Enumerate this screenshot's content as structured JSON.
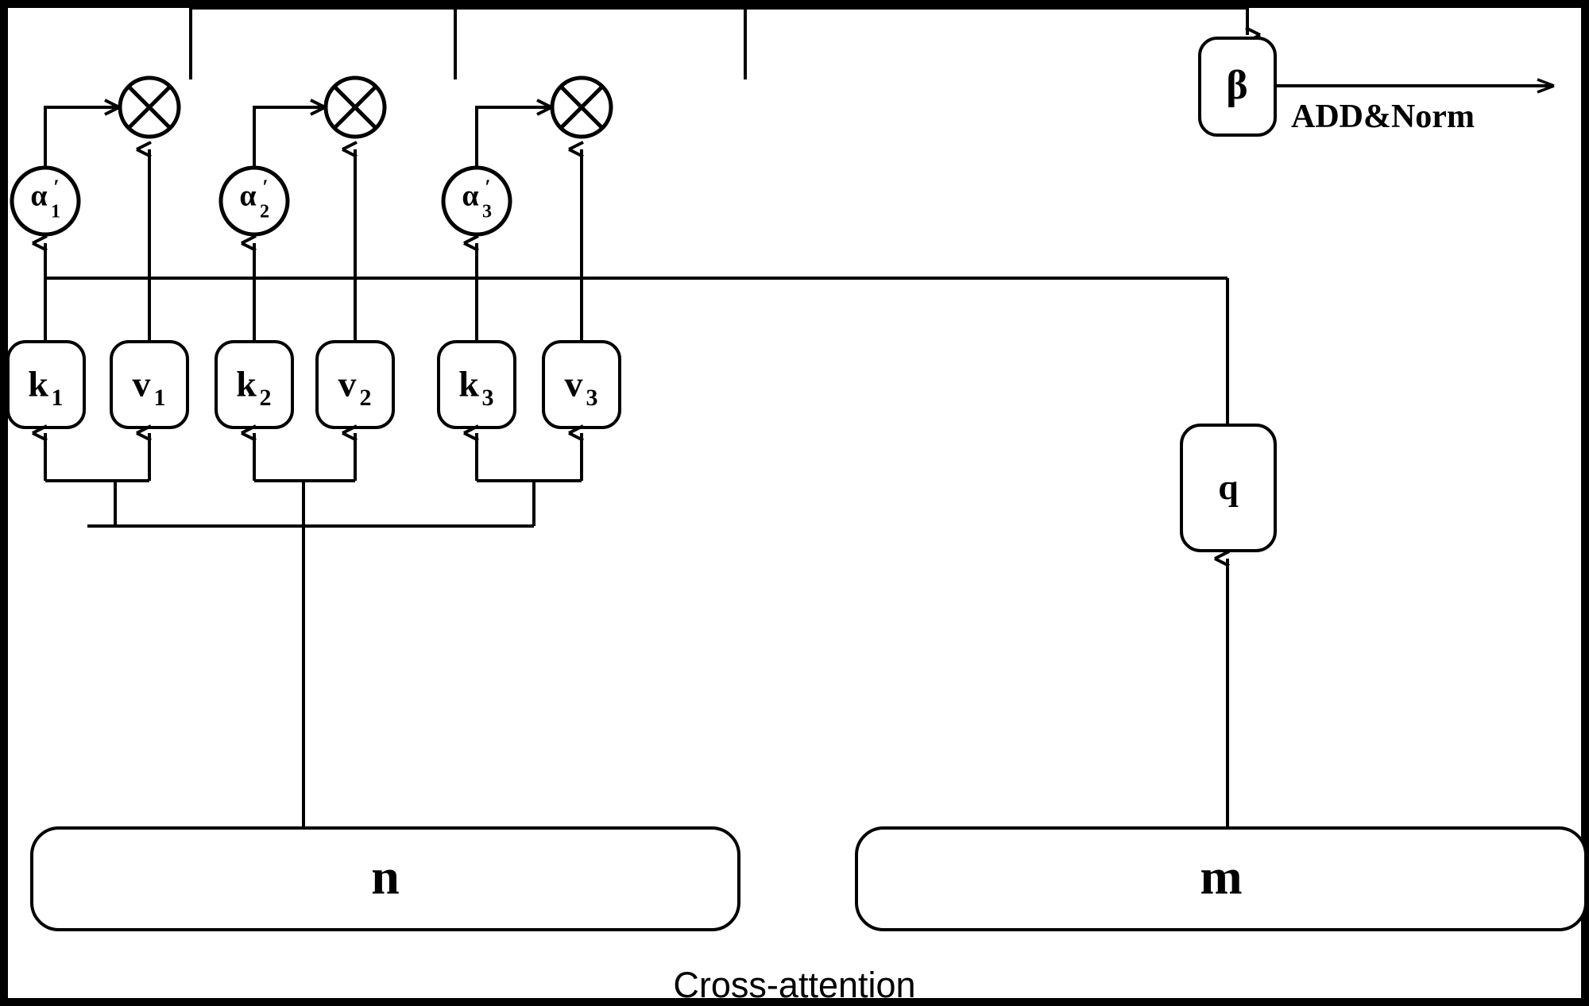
{
  "figure": {
    "caption": "Cross-attention",
    "background_color": "#ffffff",
    "line_color": "#000000"
  },
  "nodes": {
    "key_value_boxes": [
      {
        "id": "k1",
        "label": "k",
        "subscript": "1",
        "kind": "key"
      },
      {
        "id": "v1",
        "label": "v",
        "subscript": "1",
        "kind": "value"
      },
      {
        "id": "k2",
        "label": "k",
        "subscript": "2",
        "kind": "key"
      },
      {
        "id": "v2",
        "label": "v",
        "subscript": "2",
        "kind": "value"
      },
      {
        "id": "k3",
        "label": "k",
        "subscript": "3",
        "kind": "key"
      },
      {
        "id": "v3",
        "label": "v",
        "subscript": "3",
        "kind": "value"
      }
    ],
    "query_box": {
      "id": "q",
      "label": "q"
    },
    "attention_weights": [
      {
        "id": "alpha1",
        "label": "α",
        "prime": "′",
        "subscript": "1"
      },
      {
        "id": "alpha2",
        "label": "α",
        "prime": "′",
        "subscript": "2"
      },
      {
        "id": "alpha3",
        "label": "α",
        "prime": "′",
        "subscript": "3"
      }
    ],
    "multiply_nodes": [
      {
        "id": "mul1",
        "symbol": "⊗"
      },
      {
        "id": "mul2",
        "symbol": "⊗"
      },
      {
        "id": "mul3",
        "symbol": "⊗"
      }
    ],
    "output_box": {
      "id": "beta",
      "label": "β"
    },
    "input_sequences": [
      {
        "id": "n",
        "label": "n",
        "role": "key-value-source"
      },
      {
        "id": "m",
        "label": "m",
        "role": "query-source"
      }
    ]
  },
  "labels": {
    "add_norm": "ADD&Norm"
  },
  "icons": {
    "multiply": "multiply-circle-icon",
    "arrow": "arrow-head-icon"
  }
}
